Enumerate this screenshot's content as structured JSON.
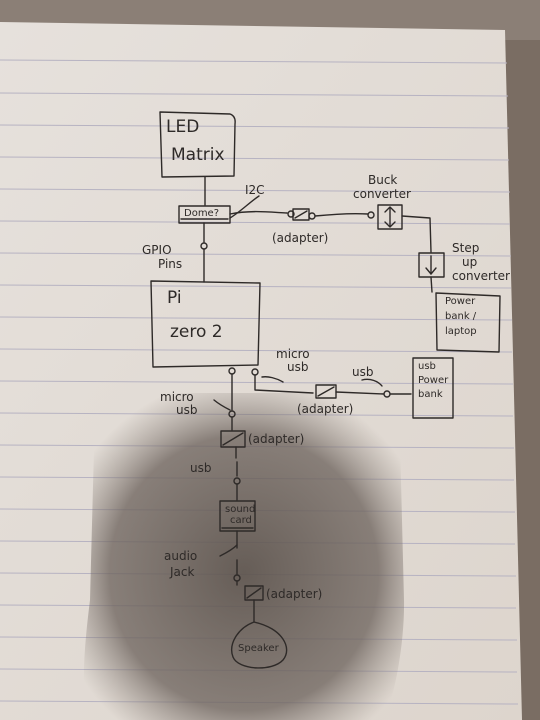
{
  "labels": {
    "led_matrix_line1": "LED",
    "led_matrix_line2": "Matrix",
    "dome": "Dome?",
    "i2c": "I2C",
    "adapter_top": "(adapter)",
    "buck_line1": "Buck",
    "buck_line2": "converter",
    "step_line1": "Step",
    "step_line2": "up",
    "step_line3": "converter",
    "gpio_line1": "GPIO",
    "gpio_line2": "Pins",
    "pi_line1": "Pi",
    "pi_line2": "zero 2",
    "power_bank_line1": "Power",
    "power_bank_line2": "bank /",
    "power_bank_line3": "laptop",
    "micro_usb_right_line1": "micro",
    "micro_usb_right_line2": "usb",
    "usb_right": "usb",
    "usb_power_bank_line1": "usb",
    "usb_power_bank_line2": "Power",
    "usb_power_bank_line3": "bank",
    "adapter_right": "(adapter)",
    "micro_usb_left_line1": "micro",
    "micro_usb_left_line2": "usb",
    "adapter_mid": "(adapter)",
    "usb_mid": "usb",
    "sound_card_line1": "sound",
    "sound_card_line2": "card",
    "audio_jack_line1": "audio",
    "audio_jack_line2": "Jack",
    "adapter_bottom": "(adapter)",
    "speaker": "Speaker"
  },
  "colors": {
    "ink": "#2e2a28",
    "paper": "#e4ddd6",
    "rule": "#b9b6c4",
    "shadow": "#5d544e"
  }
}
